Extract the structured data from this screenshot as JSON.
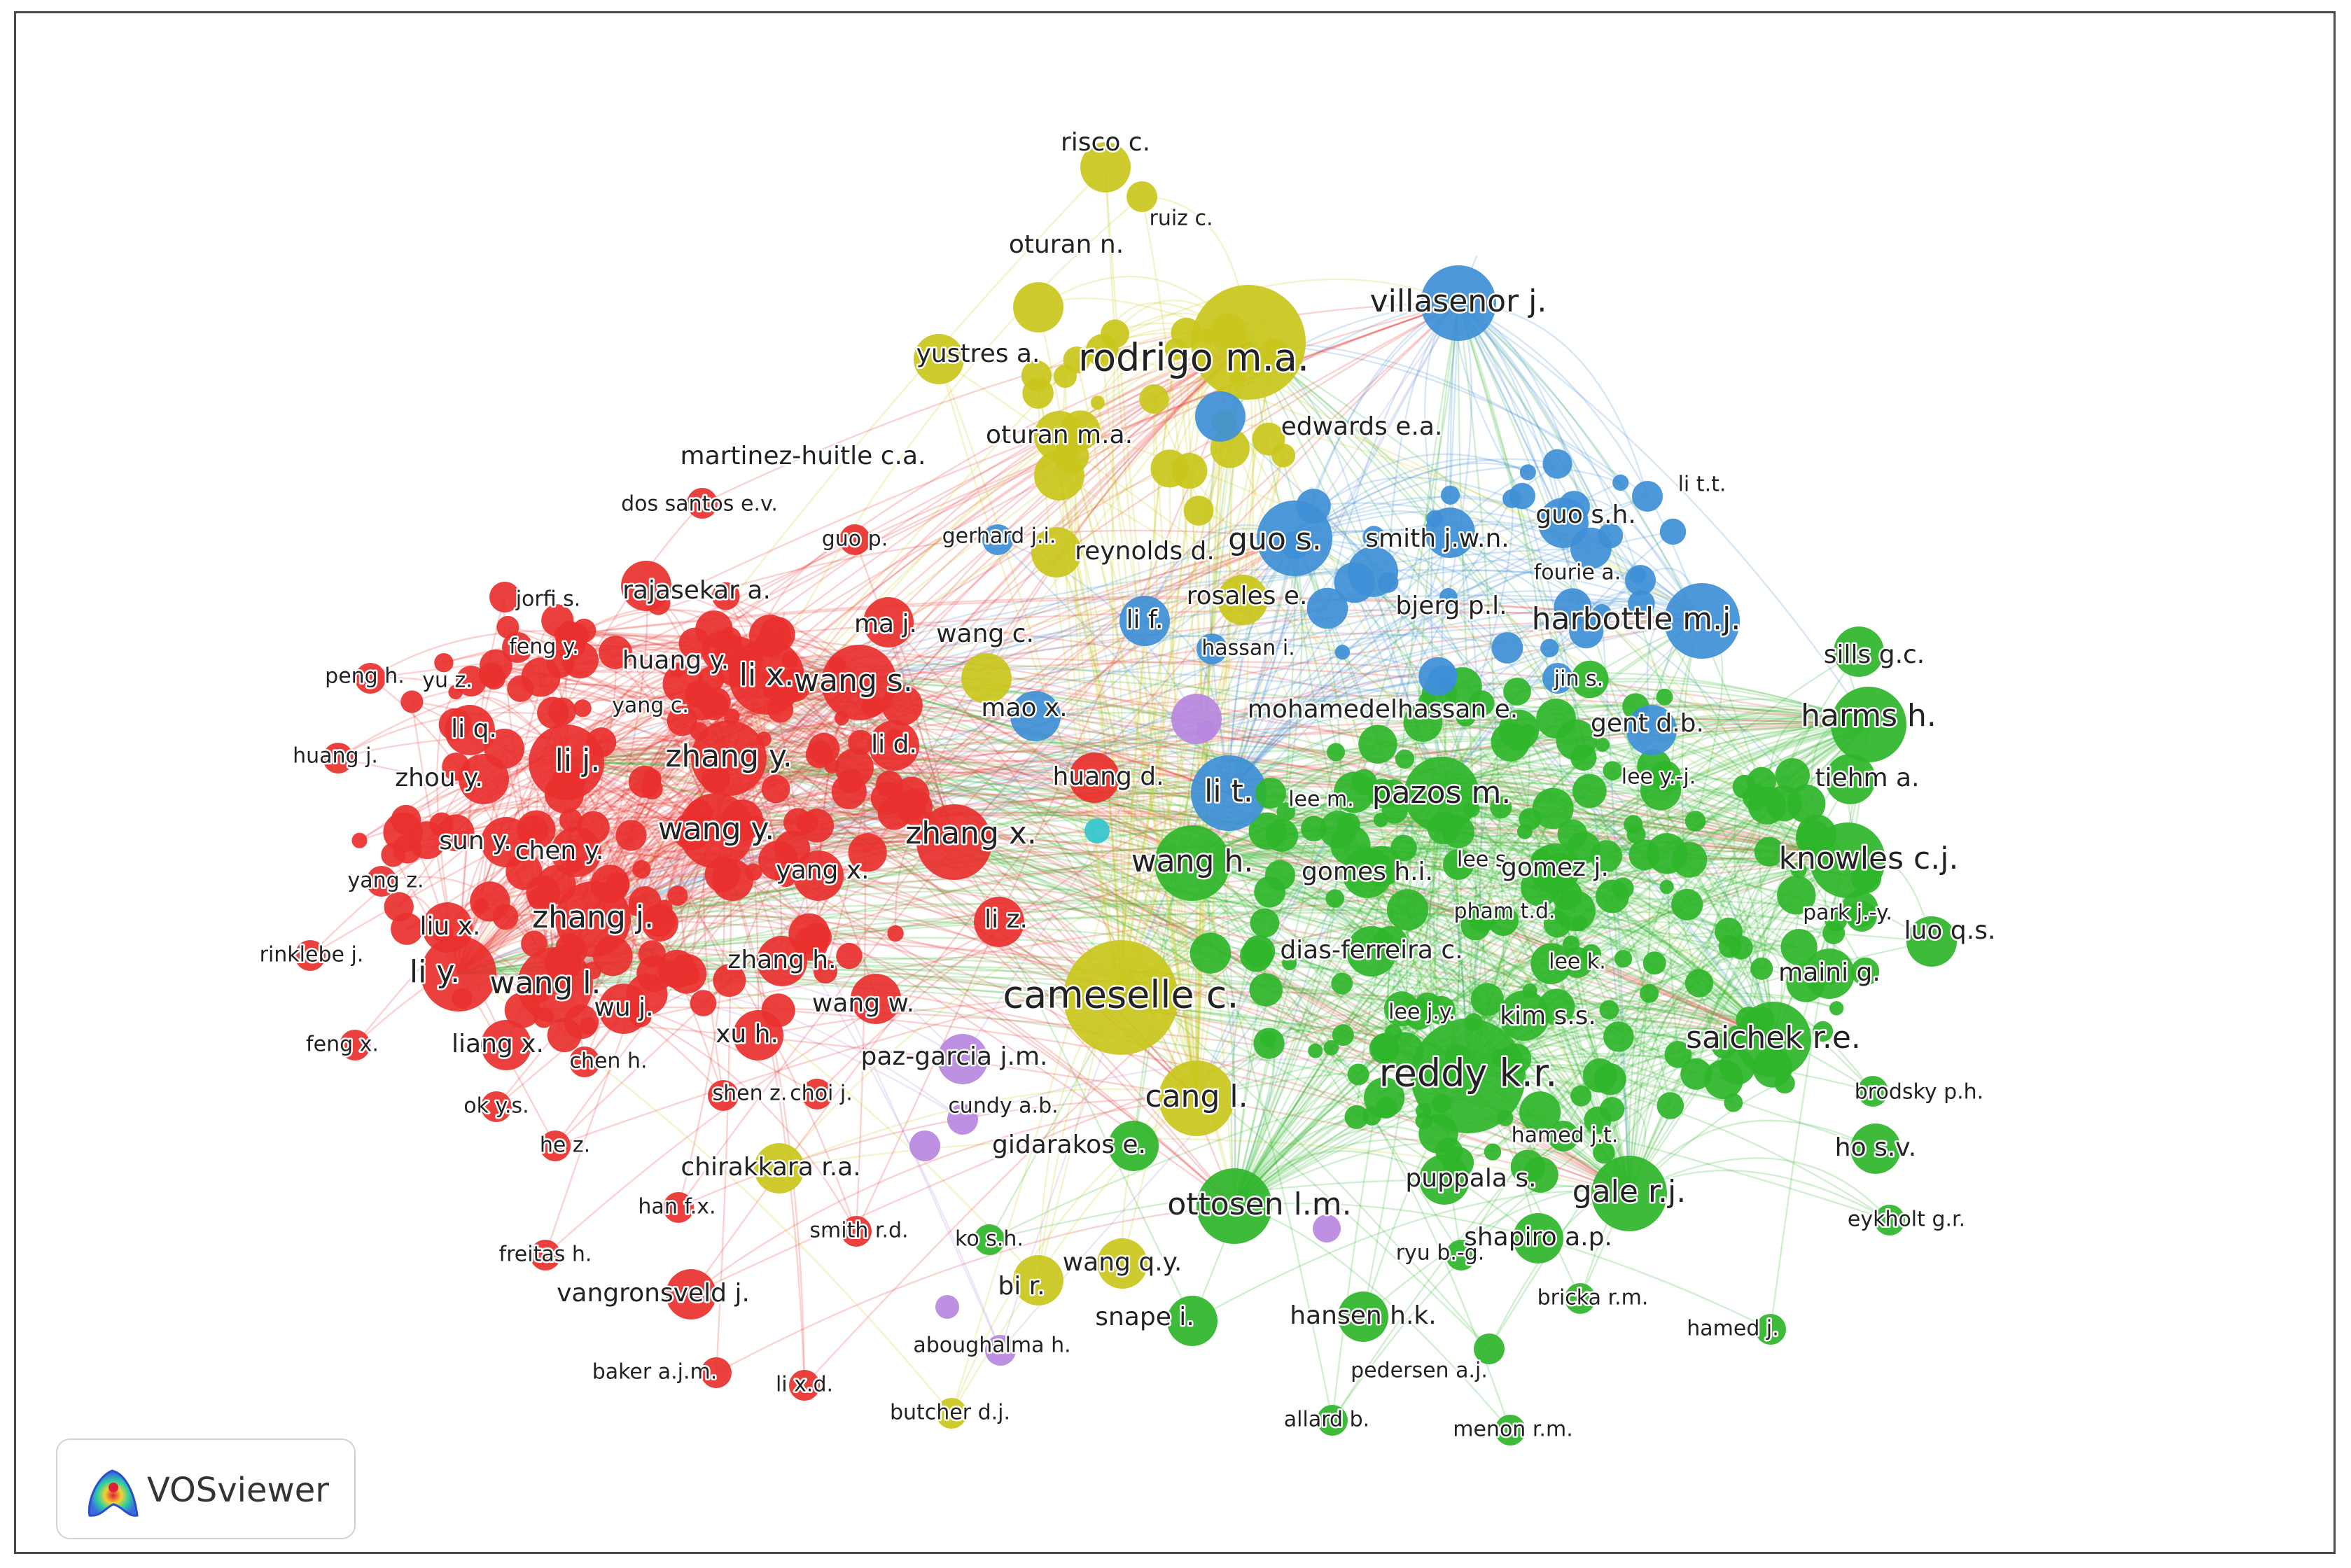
{
  "diagram": {
    "type": "co-authorship network",
    "clusters": [
      {
        "id": "red",
        "color": "#e8302e"
      },
      {
        "id": "green",
        "color": "#2fb52a"
      },
      {
        "id": "yellow",
        "color": "#c9c71c"
      },
      {
        "id": "blue",
        "color": "#3e8fd6"
      },
      {
        "id": "purple",
        "color": "#b787e0"
      },
      {
        "id": "cyan",
        "color": "#34c6cc"
      }
    ],
    "labeled_nodes": [
      {
        "label": "risco c.",
        "cluster": "yellow",
        "weight": 1
      },
      {
        "label": "ruiz c.",
        "cluster": "yellow",
        "weight": 0
      },
      {
        "label": "oturan n.",
        "cluster": "yellow",
        "weight": 1
      },
      {
        "label": "rodrigo m.a.",
        "cluster": "yellow",
        "weight": 3
      },
      {
        "label": "yustres a.",
        "cluster": "yellow",
        "weight": 1
      },
      {
        "label": "oturan m.a.",
        "cluster": "yellow",
        "weight": 1
      },
      {
        "label": "martinez-huitle c.a.",
        "cluster": "yellow",
        "weight": 1
      },
      {
        "label": "villasenor j.",
        "cluster": "blue",
        "weight": 2
      },
      {
        "label": "edwards e.a.",
        "cluster": "blue",
        "weight": 1
      },
      {
        "label": "li t.t.",
        "cluster": "blue",
        "weight": 0
      },
      {
        "label": "guo s.h.",
        "cluster": "blue",
        "weight": 1
      },
      {
        "label": "dos santos e.v.",
        "cluster": "red",
        "weight": 0
      },
      {
        "label": "gerhard j.i.",
        "cluster": "blue",
        "weight": 0
      },
      {
        "label": "guo s.",
        "cluster": "blue",
        "weight": 2
      },
      {
        "label": "smith j.w.n.",
        "cluster": "blue",
        "weight": 1
      },
      {
        "label": "guo p.",
        "cluster": "red",
        "weight": 0
      },
      {
        "label": "reynolds d.",
        "cluster": "yellow",
        "weight": 1
      },
      {
        "label": "fourie a.",
        "cluster": "blue",
        "weight": 0
      },
      {
        "label": "jorfi s.",
        "cluster": "red",
        "weight": 0
      },
      {
        "label": "rajasekar a.",
        "cluster": "red",
        "weight": 1
      },
      {
        "label": "rosales e.",
        "cluster": "yellow",
        "weight": 1
      },
      {
        "label": "bjerg p.l.",
        "cluster": "blue",
        "weight": 1
      },
      {
        "label": "harbottle m.j.",
        "cluster": "blue",
        "weight": 2
      },
      {
        "label": "feng y.",
        "cluster": "red",
        "weight": 0
      },
      {
        "label": "ma j.",
        "cluster": "red",
        "weight": 1
      },
      {
        "label": "li f.",
        "cluster": "blue",
        "weight": 1
      },
      {
        "label": "hassan i.",
        "cluster": "blue",
        "weight": 0
      },
      {
        "label": "huang y.",
        "cluster": "red",
        "weight": 1
      },
      {
        "label": "wang c.",
        "cluster": "yellow",
        "weight": 1
      },
      {
        "label": "sills g.c.",
        "cluster": "green",
        "weight": 1
      },
      {
        "label": "peng h.",
        "cluster": "red",
        "weight": 0
      },
      {
        "label": "yu z.",
        "cluster": "red",
        "weight": 0
      },
      {
        "label": "li x.",
        "cluster": "red",
        "weight": 2
      },
      {
        "label": "wang s.",
        "cluster": "red",
        "weight": 2
      },
      {
        "label": "jin s.",
        "cluster": "blue",
        "weight": 0
      },
      {
        "label": "yang c.",
        "cluster": "red",
        "weight": 0
      },
      {
        "label": "mao x.",
        "cluster": "blue",
        "weight": 1
      },
      {
        "label": "mohamedelhassan e.",
        "cluster": "purple",
        "weight": 1
      },
      {
        "label": "li q.",
        "cluster": "red",
        "weight": 1
      },
      {
        "label": "harms h.",
        "cluster": "green",
        "weight": 2
      },
      {
        "label": "gent d.b.",
        "cluster": "blue",
        "weight": 1
      },
      {
        "label": "huang j.",
        "cluster": "red",
        "weight": 0
      },
      {
        "label": "li d.",
        "cluster": "red",
        "weight": 1
      },
      {
        "label": "li j.",
        "cluster": "red",
        "weight": 2
      },
      {
        "label": "zhang y.",
        "cluster": "red",
        "weight": 2
      },
      {
        "label": "zhou y.",
        "cluster": "red",
        "weight": 1
      },
      {
        "label": "huang d.",
        "cluster": "red",
        "weight": 1
      },
      {
        "label": "lee y.-j.",
        "cluster": "green",
        "weight": 0
      },
      {
        "label": "li t.",
        "cluster": "blue",
        "weight": 2
      },
      {
        "label": "lee m.",
        "cluster": "green",
        "weight": 0
      },
      {
        "label": "pazos m.",
        "cluster": "green",
        "weight": 2
      },
      {
        "label": "tiehm a.",
        "cluster": "green",
        "weight": 1
      },
      {
        "label": "wang y.",
        "cluster": "red",
        "weight": 2
      },
      {
        "label": "zhang x.",
        "cluster": "red",
        "weight": 2
      },
      {
        "label": "sun y.",
        "cluster": "red",
        "weight": 1
      },
      {
        "label": "chen y.",
        "cluster": "red",
        "weight": 1
      },
      {
        "label": "wang h.",
        "cluster": "green",
        "weight": 2
      },
      {
        "label": "lee s.",
        "cluster": "green",
        "weight": 0
      },
      {
        "label": "gomes h.i.",
        "cluster": "green",
        "weight": 1
      },
      {
        "label": "gomez j.",
        "cluster": "green",
        "weight": 1
      },
      {
        "label": "knowles c.j.",
        "cluster": "green",
        "weight": 2
      },
      {
        "label": "yang z.",
        "cluster": "red",
        "weight": 0
      },
      {
        "label": "yang x.",
        "cluster": "red",
        "weight": 1
      },
      {
        "label": "pham t.d.",
        "cluster": "green",
        "weight": 0
      },
      {
        "label": "park j.-y.",
        "cluster": "green",
        "weight": 0
      },
      {
        "label": "luo q.s.",
        "cluster": "green",
        "weight": 1
      },
      {
        "label": "liu x.",
        "cluster": "red",
        "weight": 1
      },
      {
        "label": "zhang j.",
        "cluster": "red",
        "weight": 2
      },
      {
        "label": "li z.",
        "cluster": "red",
        "weight": 1
      },
      {
        "label": "dias-ferreira c.",
        "cluster": "green",
        "weight": 1
      },
      {
        "label": "rinklebe j.",
        "cluster": "red",
        "weight": 0
      },
      {
        "label": "li y.",
        "cluster": "red",
        "weight": 2
      },
      {
        "label": "zhang h.",
        "cluster": "red",
        "weight": 1
      },
      {
        "label": "lee k.",
        "cluster": "green",
        "weight": 0
      },
      {
        "label": "maini g.",
        "cluster": "green",
        "weight": 1
      },
      {
        "label": "wang l.",
        "cluster": "red",
        "weight": 2
      },
      {
        "label": "wang w.",
        "cluster": "red",
        "weight": 1
      },
      {
        "label": "cameselle c.",
        "cluster": "yellow",
        "weight": 3
      },
      {
        "label": "wu j.",
        "cluster": "red",
        "weight": 1
      },
      {
        "label": "lee j.y.",
        "cluster": "green",
        "weight": 0
      },
      {
        "label": "kim s.s.",
        "cluster": "green",
        "weight": 1
      },
      {
        "label": "feng x.",
        "cluster": "red",
        "weight": 0
      },
      {
        "label": "liang x.",
        "cluster": "red",
        "weight": 1
      },
      {
        "label": "xu h.",
        "cluster": "red",
        "weight": 1
      },
      {
        "label": "saichek r.e.",
        "cluster": "green",
        "weight": 2
      },
      {
        "label": "paz-garcia j.m.",
        "cluster": "purple",
        "weight": 1
      },
      {
        "label": "chen h.",
        "cluster": "red",
        "weight": 0
      },
      {
        "label": "reddy k.r.",
        "cluster": "green",
        "weight": 3
      },
      {
        "label": "shen z.",
        "cluster": "red",
        "weight": 0
      },
      {
        "label": "choi j.",
        "cluster": "red",
        "weight": 0
      },
      {
        "label": "brodsky p.h.",
        "cluster": "green",
        "weight": 0
      },
      {
        "label": "ok y.s.",
        "cluster": "red",
        "weight": 0
      },
      {
        "label": "cang l.",
        "cluster": "yellow",
        "weight": 2
      },
      {
        "label": "cundy a.b.",
        "cluster": "purple",
        "weight": 0
      },
      {
        "label": "hamed j.t.",
        "cluster": "green",
        "weight": 0
      },
      {
        "label": "he z.",
        "cluster": "red",
        "weight": 0
      },
      {
        "label": "gidarakos e.",
        "cluster": "green",
        "weight": 1
      },
      {
        "label": "ho s.v.",
        "cluster": "green",
        "weight": 1
      },
      {
        "label": "chirakkara r.a.",
        "cluster": "yellow",
        "weight": 1
      },
      {
        "label": "puppala s.",
        "cluster": "green",
        "weight": 1
      },
      {
        "label": "gale r.j.",
        "cluster": "green",
        "weight": 2
      },
      {
        "label": "ottosen l.m.",
        "cluster": "green",
        "weight": 2
      },
      {
        "label": "han f.x.",
        "cluster": "red",
        "weight": 0
      },
      {
        "label": "smith r.d.",
        "cluster": "red",
        "weight": 0
      },
      {
        "label": "eykholt g.r.",
        "cluster": "green",
        "weight": 0
      },
      {
        "label": "ko s.h.",
        "cluster": "green",
        "weight": 0
      },
      {
        "label": "shapiro a.p.",
        "cluster": "green",
        "weight": 1
      },
      {
        "label": "freitas h.",
        "cluster": "red",
        "weight": 0
      },
      {
        "label": "ryu b.-g.",
        "cluster": "green",
        "weight": 0
      },
      {
        "label": "wang q.y.",
        "cluster": "yellow",
        "weight": 1
      },
      {
        "label": "bi r.",
        "cluster": "yellow",
        "weight": 1
      },
      {
        "label": "vangronsveld j.",
        "cluster": "red",
        "weight": 1
      },
      {
        "label": "bricka r.m.",
        "cluster": "green",
        "weight": 0
      },
      {
        "label": "snape i.",
        "cluster": "green",
        "weight": 1
      },
      {
        "label": "hansen h.k.",
        "cluster": "green",
        "weight": 1
      },
      {
        "label": "hamed j.",
        "cluster": "green",
        "weight": 0
      },
      {
        "label": "aboughalma h.",
        "cluster": "purple",
        "weight": 0
      },
      {
        "label": "baker a.j.m.",
        "cluster": "red",
        "weight": 0
      },
      {
        "label": "pedersen a.j.",
        "cluster": "green",
        "weight": 0
      },
      {
        "label": "li x.d.",
        "cluster": "red",
        "weight": 0
      },
      {
        "label": "butcher d.j.",
        "cluster": "yellow",
        "weight": 0
      },
      {
        "label": "allard b.",
        "cluster": "green",
        "weight": 0
      },
      {
        "label": "menon r.m.",
        "cluster": "green",
        "weight": 0
      }
    ]
  },
  "logo": {
    "text": "VOSviewer",
    "icon": "vosviewer-density-logo-icon"
  }
}
